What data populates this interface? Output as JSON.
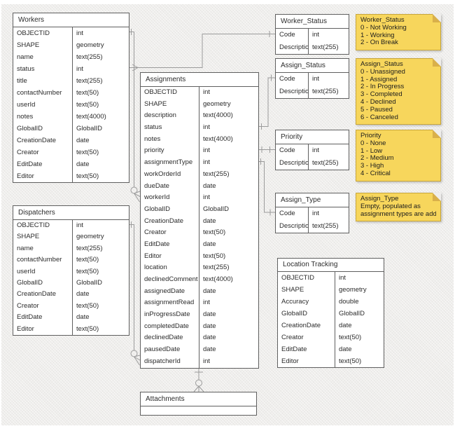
{
  "colors": {
    "canvas_bg": "#efeeec",
    "table_border": "#5f5f5f",
    "connector": "#9b9b9b",
    "note_fill": "#f7d65c",
    "note_fold": "#d9b04a",
    "note_border": "#c7a63d"
  },
  "tables": [
    {
      "key": "workers",
      "title": "Workers",
      "fields": [
        {
          "name": "OBJECTID",
          "type": "int"
        },
        {
          "name": "SHAPE",
          "type": "geometry"
        },
        {
          "name": "name",
          "type": "text(255)"
        },
        {
          "name": "status",
          "type": "int"
        },
        {
          "name": "title",
          "type": "text(255)"
        },
        {
          "name": "contactNumber",
          "type": "text(50)"
        },
        {
          "name": "userId",
          "type": "text(50)"
        },
        {
          "name": "notes",
          "type": "text(4000)"
        },
        {
          "name": "GlobalID",
          "type": "GlobalID"
        },
        {
          "name": "CreationDate",
          "type": "date"
        },
        {
          "name": "Creator",
          "type": "text(50)"
        },
        {
          "name": "EditDate",
          "type": "date"
        },
        {
          "name": "Editor",
          "type": "text(50)"
        }
      ]
    },
    {
      "key": "dispatchers",
      "title": "Dispatchers",
      "fields": [
        {
          "name": "OBJECTID",
          "type": "int"
        },
        {
          "name": "SHAPE",
          "type": "geometry"
        },
        {
          "name": "name",
          "type": "text(255)"
        },
        {
          "name": "contactNumber",
          "type": "text(50)"
        },
        {
          "name": "userId",
          "type": "text(50)"
        },
        {
          "name": "GlobalID",
          "type": "GlobalID"
        },
        {
          "name": "CreationDate",
          "type": "date"
        },
        {
          "name": "Creator",
          "type": "text(50)"
        },
        {
          "name": "EditDate",
          "type": "date"
        },
        {
          "name": "Editor",
          "type": "text(50)"
        }
      ]
    },
    {
      "key": "assignments",
      "title": "Assignments",
      "fields": [
        {
          "name": "OBJECTID",
          "type": "int"
        },
        {
          "name": "SHAPE",
          "type": "geometry"
        },
        {
          "name": "description",
          "type": "text(4000)"
        },
        {
          "name": "status",
          "type": "int"
        },
        {
          "name": "notes",
          "type": "text(4000)"
        },
        {
          "name": "priority",
          "type": "int"
        },
        {
          "name": "assignmentType",
          "type": "int"
        },
        {
          "name": "workOrderId",
          "type": "text(255)"
        },
        {
          "name": "dueDate",
          "type": "date"
        },
        {
          "name": "workerId",
          "type": "int"
        },
        {
          "name": "GlobalID",
          "type": "GlobalID"
        },
        {
          "name": "CreationDate",
          "type": "date"
        },
        {
          "name": "Creator",
          "type": "text(50)"
        },
        {
          "name": "EditDate",
          "type": "date"
        },
        {
          "name": "Editor",
          "type": "text(50)"
        },
        {
          "name": "location",
          "type": "text(255)"
        },
        {
          "name": "declinedComment",
          "type": "text(4000)"
        },
        {
          "name": "assignedDate",
          "type": "date"
        },
        {
          "name": "assignmentRead",
          "type": "int"
        },
        {
          "name": "inProgressDate",
          "type": "date"
        },
        {
          "name": "completedDate",
          "type": "date"
        },
        {
          "name": "declinedDate",
          "type": "date"
        },
        {
          "name": "pausedDate",
          "type": "date"
        },
        {
          "name": "dispatcherId",
          "type": "int"
        }
      ]
    },
    {
      "key": "worker-status",
      "title": "Worker_Status",
      "fields": [
        {
          "name": "Code",
          "type": "int"
        },
        {
          "name": "Description",
          "type": "text(255)"
        }
      ]
    },
    {
      "key": "assign-status",
      "title": "Assign_Status",
      "fields": [
        {
          "name": "Code",
          "type": "int"
        },
        {
          "name": "Description",
          "type": "text(255)"
        }
      ]
    },
    {
      "key": "priority",
      "title": "Priority",
      "fields": [
        {
          "name": "Code",
          "type": "int"
        },
        {
          "name": "Description",
          "type": "text(255)"
        }
      ]
    },
    {
      "key": "assign-type",
      "title": "Assign_Type",
      "fields": [
        {
          "name": "Code",
          "type": "int"
        },
        {
          "name": "Description",
          "type": "text(255)"
        }
      ]
    },
    {
      "key": "location-tracking",
      "title": "Location Tracking",
      "fields": [
        {
          "name": "OBJECTID",
          "type": "int"
        },
        {
          "name": "SHAPE",
          "type": "geometry"
        },
        {
          "name": "Accuracy",
          "type": "double"
        },
        {
          "name": "GlobalID",
          "type": "GlobalID"
        },
        {
          "name": "CreationDate",
          "type": "date"
        },
        {
          "name": "Creator",
          "type": "text(50)"
        },
        {
          "name": "EditDate",
          "type": "date"
        },
        {
          "name": "Editor",
          "type": "text(50)"
        }
      ]
    },
    {
      "key": "attachments",
      "title": "Attachments",
      "fields": []
    }
  ],
  "notes": [
    {
      "key": "worker-status-note",
      "title": "Worker_Status",
      "lines": [
        "0 - Not Working",
        "1 - Working",
        "2 - On Break"
      ]
    },
    {
      "key": "assign-status-note",
      "title": "Assign_Status",
      "lines": [
        "0 - Unassigned",
        "1 - Assigned",
        "2 - In Progress",
        "3 - Completed",
        "4 - Declined",
        "5 - Paused",
        "6 - Canceled"
      ]
    },
    {
      "key": "priority-note",
      "title": "Priority",
      "lines": [
        "0 - None",
        "1 - Low",
        "2 - Medium",
        "3 - High",
        "4 - Critical"
      ]
    },
    {
      "key": "assign-type-note",
      "title": "Assign_Type",
      "lines": [
        "Empty, populated as",
        "assignment types are added"
      ]
    }
  ]
}
